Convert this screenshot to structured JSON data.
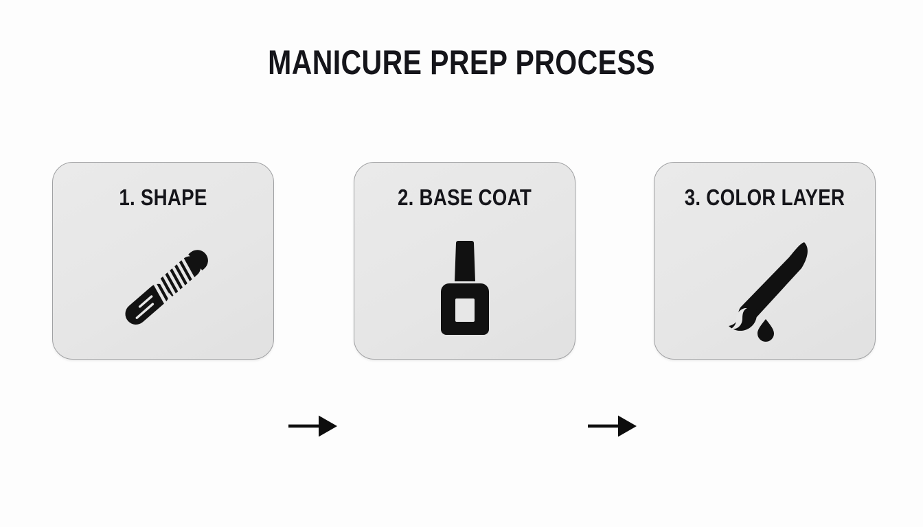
{
  "page": {
    "title": "MANICURE PREP PROCESS",
    "background_color": "#fdfdfd",
    "ink_color": "#15151a",
    "card_fill_color": "#e6e6e6",
    "card_border_color": "#9fa0a2"
  },
  "flow": {
    "type": "horizontal-process-flow",
    "step_count": 3,
    "steps": [
      {
        "number": "1",
        "label": "1. SHAPE",
        "name": "SHAPE",
        "icon": "nail-file-icon"
      },
      {
        "number": "2",
        "label": "2. BASE COAT",
        "name": "BASE COAT",
        "icon": "nail-polish-bottle-icon"
      },
      {
        "number": "3",
        "label": "3. COLOR LAYER",
        "name": "COLOR LAYER",
        "icon": "paintbrush-icon"
      }
    ],
    "connectors": [
      {
        "icon": "arrow-right-icon",
        "from": "1. SHAPE",
        "to": "2. BASE COAT"
      },
      {
        "icon": "arrow-right-icon",
        "from": "2. BASE COAT",
        "to": "3. COLOR LAYER"
      }
    ]
  }
}
